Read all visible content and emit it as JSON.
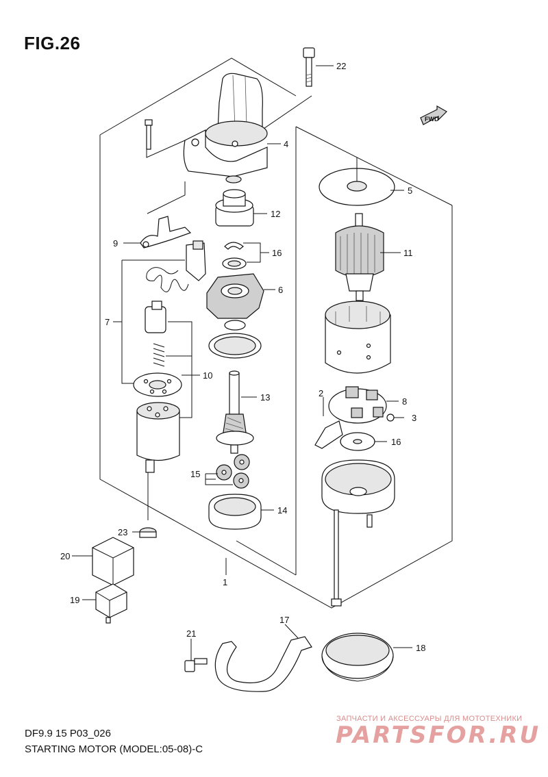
{
  "figure": {
    "title": "FIG.26",
    "model_code": "DF9.9 15 P03_026",
    "subtitle": "STARTING MOTOR (MODEL:05-08)-C",
    "direction_tag": "FWD"
  },
  "watermark": {
    "caption": "ЗАПЧАСТИ И АКСЕССУАРЫ ДЛЯ МОТОТЕХНИКИ",
    "brand": "PARTSFOR.RU"
  },
  "callouts": [
    {
      "id": "c1",
      "label": "1"
    },
    {
      "id": "c2",
      "label": "2"
    },
    {
      "id": "c3",
      "label": "3"
    },
    {
      "id": "c4",
      "label": "4"
    },
    {
      "id": "c5",
      "label": "5"
    },
    {
      "id": "c6",
      "label": "6"
    },
    {
      "id": "c7",
      "label": "7"
    },
    {
      "id": "c8",
      "label": "8"
    },
    {
      "id": "c9",
      "label": "9"
    },
    {
      "id": "c10",
      "label": "10"
    },
    {
      "id": "c11",
      "label": "11"
    },
    {
      "id": "c12",
      "label": "12"
    },
    {
      "id": "c13",
      "label": "13"
    },
    {
      "id": "c14",
      "label": "14"
    },
    {
      "id": "c15",
      "label": "15"
    },
    {
      "id": "c16a",
      "label": "16"
    },
    {
      "id": "c16b",
      "label": "16"
    },
    {
      "id": "c17",
      "label": "17"
    },
    {
      "id": "c18",
      "label": "18"
    },
    {
      "id": "c19",
      "label": "19"
    },
    {
      "id": "c20",
      "label": "20"
    },
    {
      "id": "c21",
      "label": "21"
    },
    {
      "id": "c22",
      "label": "22"
    },
    {
      "id": "c23",
      "label": "23"
    }
  ]
}
